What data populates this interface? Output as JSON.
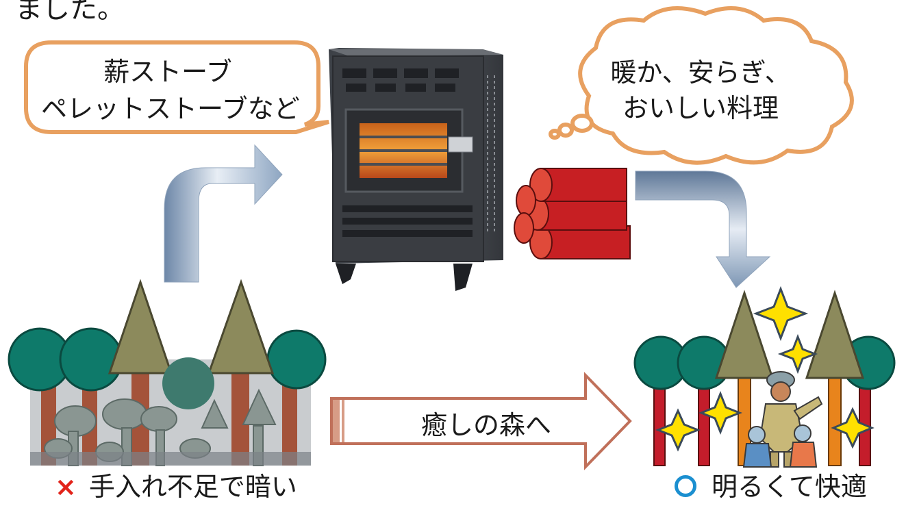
{
  "top_cut_text": "ました。",
  "speech_bubble": {
    "line1": "薪ストーブ",
    "line2": "ペレットストーブなど"
  },
  "thought_cloud": {
    "line1": "暖か、安らぎ、",
    "line2": "おいしい料理"
  },
  "center_arrow_label": "癒しの森へ",
  "left_caption": {
    "mark": "×",
    "text": "手入れ不足で暗い"
  },
  "right_caption": {
    "mark": "○",
    "text": "明るくて快適"
  },
  "colors": {
    "bubble_border": "#e8a060",
    "arrow_border": "#c0705a",
    "deciduous_canopy": "#0e7a6a",
    "conifer": "#8c8a5c",
    "trunk_brown": "#a4533a",
    "trunk_red": "#c41d2b",
    "trunk_orange": "#e8841c",
    "log_red": "#d42a2a",
    "sparkle": "#ffe000",
    "x_mark": "#e2231a",
    "o_mark": "#1b8fd0"
  }
}
